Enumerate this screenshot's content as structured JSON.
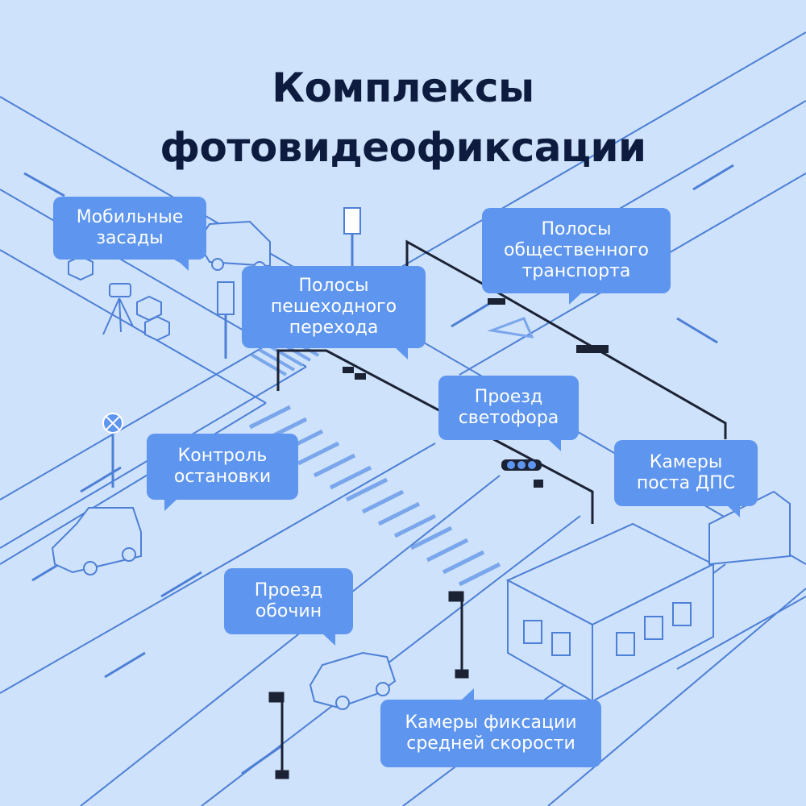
{
  "title": {
    "line1": "Комплексы",
    "line2": "фотовидеофиксации"
  },
  "callouts": {
    "mobile_ambush": {
      "line1": "Мобильные",
      "line2": "засады"
    },
    "pedestrian_lanes": {
      "line1": "Полосы",
      "line2": "пешеходного",
      "line3": "перехода"
    },
    "public_transport_lanes": {
      "line1": "Полосы",
      "line2": "общественного",
      "line3": "транспорта"
    },
    "traffic_light": {
      "line1": "Проезд",
      "line2": "светофора"
    },
    "stop_control": {
      "line1": "Контроль",
      "line2": "остановки"
    },
    "dps_post_cameras": {
      "line1": "Камеры",
      "line2": "поста ДПС"
    },
    "shoulder_driving": {
      "line1": "Проезд",
      "line2": "обочин"
    },
    "average_speed_cameras": {
      "line1": "Камеры фиксации",
      "line2": "средней скорости"
    }
  },
  "colors": {
    "background": "#cfe2fb",
    "callout_fill": "#5e95ee",
    "callout_text": "#ffffff",
    "title_text": "#0d1b3e",
    "line_art": "#4d7fd6",
    "dark_poles": "#1b2233"
  }
}
